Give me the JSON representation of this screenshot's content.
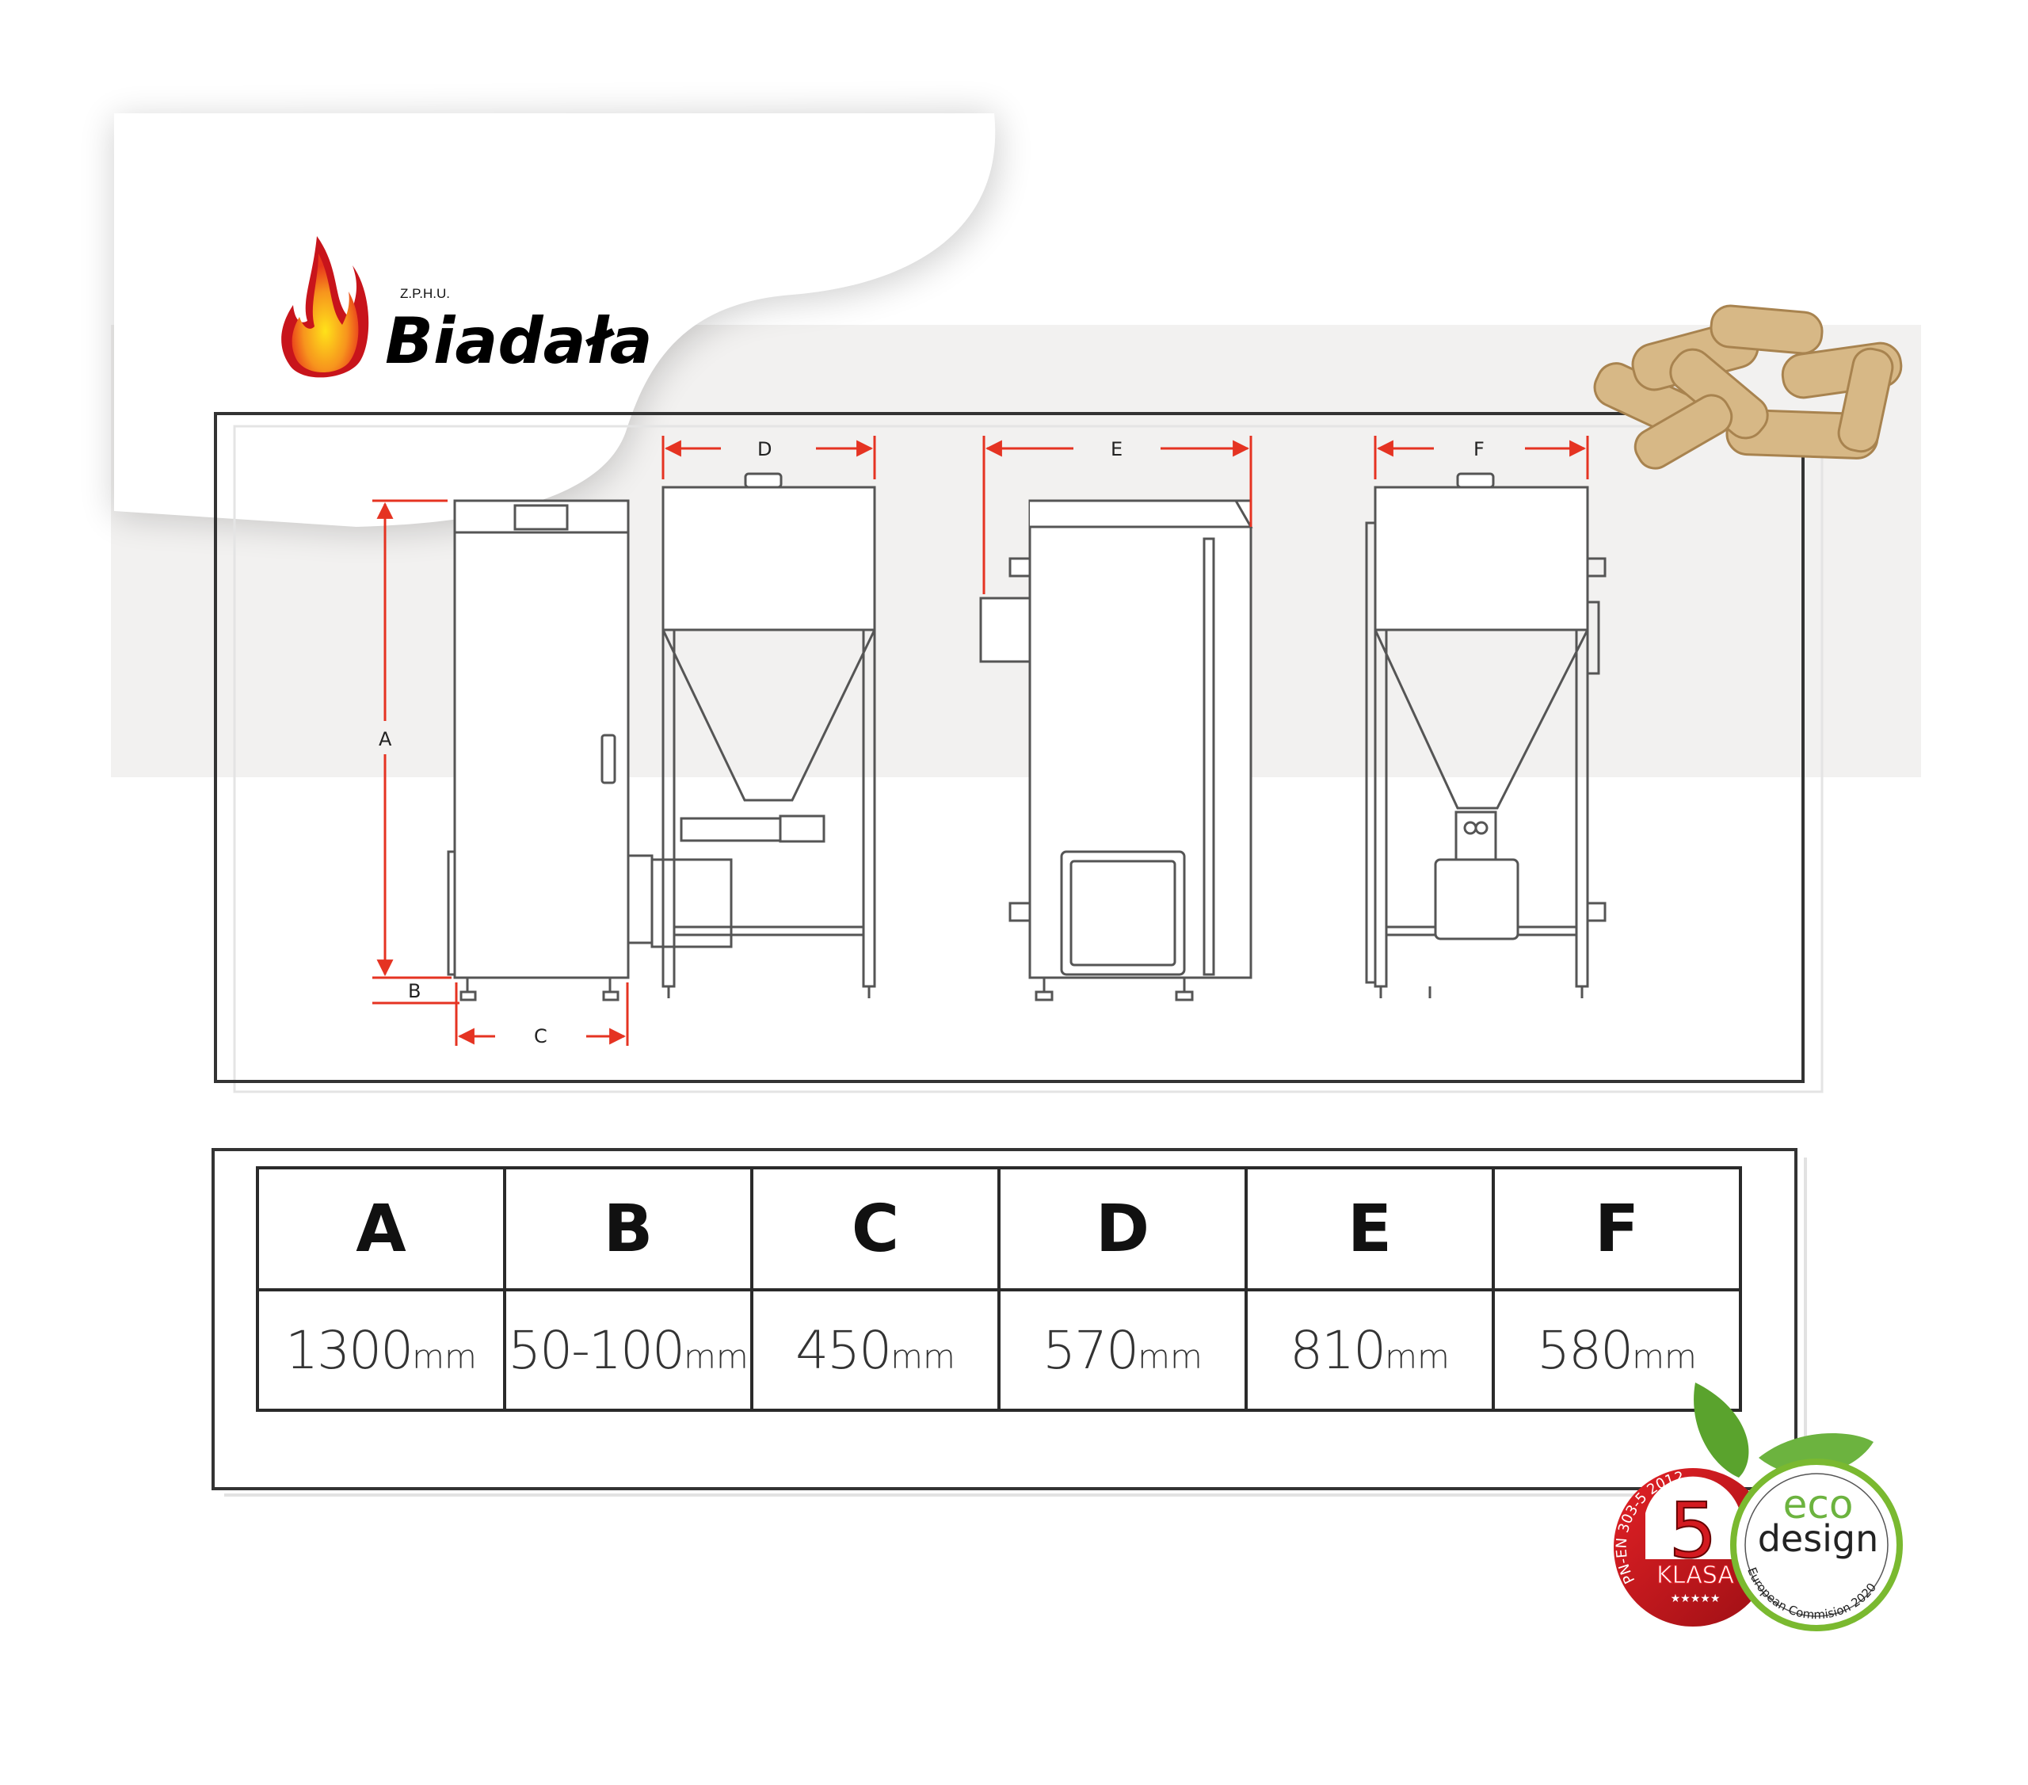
{
  "brand": {
    "prefix": "Z.P.H.U.",
    "name": "Biadała"
  },
  "diagram": {
    "labels": {
      "a": "A",
      "b": "B",
      "c": "C",
      "d": "D",
      "e": "E",
      "f": "F"
    },
    "accent_color": "#e53322"
  },
  "table": {
    "headers": [
      "A",
      "B",
      "C",
      "D",
      "E",
      "F"
    ],
    "values": [
      {
        "num": "1300",
        "unit": "mm"
      },
      {
        "num": "50-100",
        "unit": "mm"
      },
      {
        "num": "450",
        "unit": "mm"
      },
      {
        "num": "570",
        "unit": "mm"
      },
      {
        "num": "810",
        "unit": "mm"
      },
      {
        "num": "580",
        "unit": "mm"
      }
    ]
  },
  "badges": {
    "klasa": {
      "number": "5",
      "label": "KLASA",
      "ring": "PN-EN 303-5 2012",
      "stars": "★★★★★"
    },
    "ecodesign": {
      "line1": "eco",
      "line2": "design",
      "ring": "European Commision 2020"
    }
  }
}
